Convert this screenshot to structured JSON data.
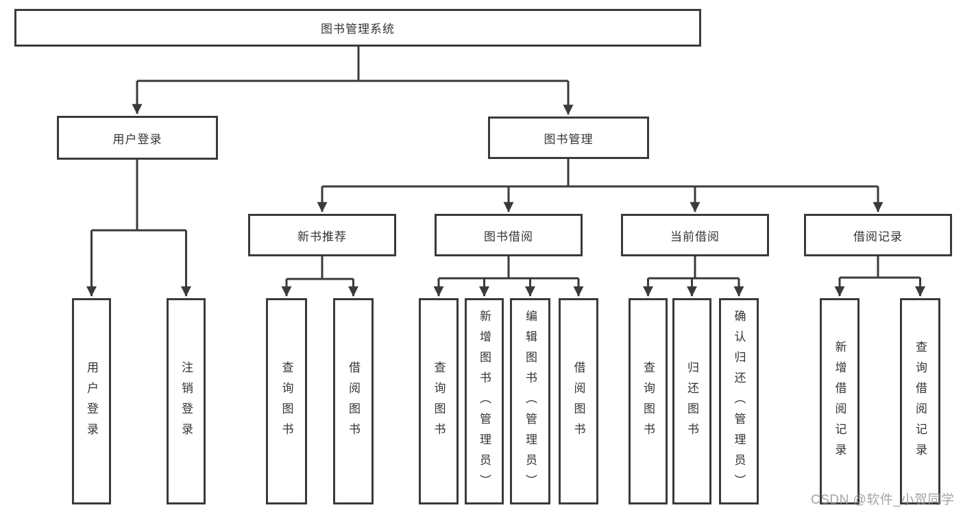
{
  "diagram": {
    "root": "图书管理系统",
    "level1": [
      "用户登录",
      "图书管理"
    ],
    "login_children": [
      "用户登录",
      "注销登录"
    ],
    "mgmt_children": [
      "新书推荐",
      "图书借阅",
      "当前借阅",
      "借阅记录"
    ],
    "newbook_children": [
      "查询图书",
      "借阅图书"
    ],
    "bookborrow_children": [
      "查询图书",
      "新增图书（管理员）",
      "编辑图书（管理员）",
      "借阅图书"
    ],
    "currentborrow_children": [
      "查询图书",
      "归还图书",
      "确认归还（管理员）"
    ],
    "borrowrecord_children": [
      "新增借阅记录",
      "查询借阅记录"
    ]
  },
  "watermark": "CSDN @软件_小贺同学",
  "colors": {
    "line": "#3a3a3a",
    "box_border": "#3a3a3a",
    "box_background": "#ffffff",
    "text": "#333333",
    "watermark": "#949494",
    "page_background": "#ffffff"
  }
}
